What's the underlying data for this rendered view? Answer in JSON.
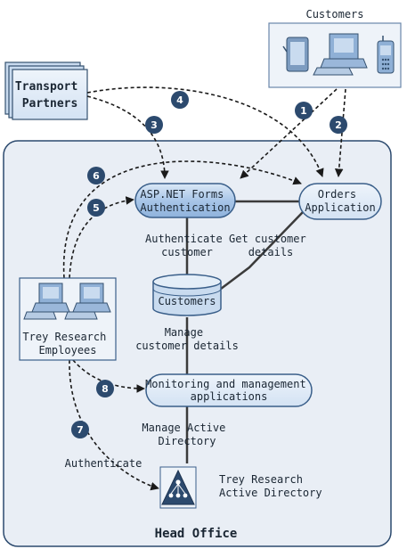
{
  "diagram": {
    "customers_group_label": "Customers",
    "transport_partners_label": [
      "Transport",
      "Partners"
    ],
    "forms_auth_label": [
      "ASP.NET Forms",
      "Authentication"
    ],
    "orders_app_label": [
      "Orders",
      "Application"
    ],
    "customers_db_label": "Customers",
    "employees_label": [
      "Trey Research",
      "Employees"
    ],
    "monitoring_label": [
      "Monitoring and management",
      "applications"
    ],
    "active_directory_label": [
      "Trey Research",
      "Active Directory"
    ],
    "head_office_label": "Head Office",
    "edge_labels": {
      "authenticate_customer": [
        "Authenticate",
        "customer"
      ],
      "get_customer_details": [
        "Get customer",
        "details"
      ],
      "manage_customer_details": [
        "Manage",
        "customer details"
      ],
      "manage_active_directory": [
        "Manage Active",
        "Directory"
      ],
      "authenticate": "Authenticate"
    },
    "step_badges": [
      "1",
      "2",
      "3",
      "4",
      "5",
      "6",
      "7",
      "8"
    ],
    "icons": [
      "tablet-icon",
      "desktop-computer-icon",
      "mobile-phone-icon",
      "desktop-computer-icon",
      "active-directory-icon",
      "database-icon"
    ],
    "colors": {
      "head_office_bg": "#e9eef5",
      "node_fill": "#a8c6e8",
      "node_stroke": "#3a5f8a",
      "badge_fill": "#2c4a6e",
      "box_fill": "#eef3f9"
    }
  }
}
